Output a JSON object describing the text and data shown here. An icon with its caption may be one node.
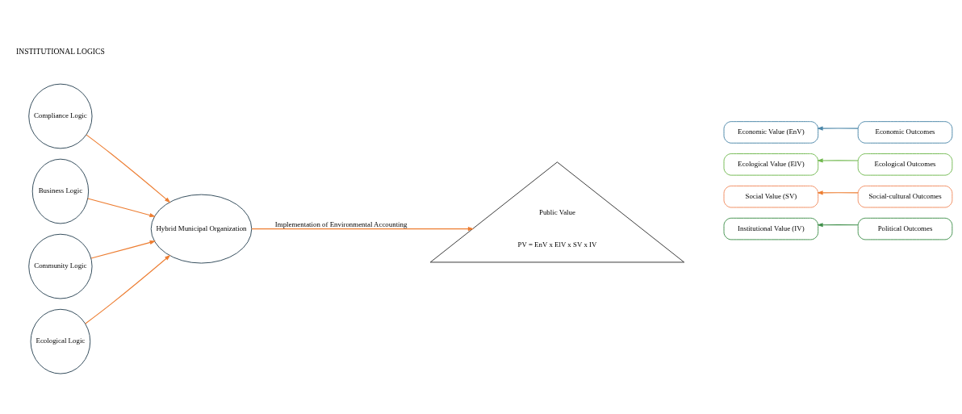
{
  "diagram": {
    "nodes": [
      {
        "text": [
          "Compliance Logic"
        ]
      },
      {
        "text": [
          "Business Logic"
        ]
      },
      {
        "text": [
          "Community Logic"
        ]
      },
      {
        "text": [
          "Ecological Logic"
        ]
      },
      {
        "text": [
          "Hybrid Municipal Organization"
        ]
      },
      {
        "text": [
          "Public Value",
          "PV = EnV x ElV x SV x IV"
        ]
      },
      {
        "text": [
          "Institutional Value (IV)"
        ]
      },
      {
        "text": [
          "Social Value (SV)"
        ]
      },
      {
        "text": [
          "Ecological Value (ElV)"
        ]
      },
      {
        "text": [
          "Economic Value (EnV)"
        ]
      },
      {
        "text": [
          "Political Outcomes"
        ]
      },
      {
        "text": [
          "Social-cultural Outcomes"
        ]
      },
      {
        "text": [
          "Ecological Outcomes"
        ]
      },
      {
        "text": [
          "Economic Outcomes"
        ]
      }
    ],
    "edges": [
      {
        "from": 0,
        "to": 4,
        "arrow": "to"
      },
      {
        "from": 1,
        "to": 4,
        "arrow": "to"
      },
      {
        "from": 2,
        "to": 4,
        "arrow": "to"
      },
      {
        "from": 3,
        "to": 4,
        "arrow": "to"
      },
      {
        "from": 4,
        "to": 5,
        "arrow": "to",
        "label": "Implementation of Environmental Accounting"
      },
      {
        "from": 10,
        "to": 6,
        "arrow": "to",
        "color": "#3f8f4a"
      },
      {
        "from": 11,
        "to": 7,
        "arrow": "to"
      },
      {
        "from": 12,
        "to": 8,
        "arrow": "to",
        "color": "#70b84e"
      },
      {
        "from": 13,
        "to": 9,
        "arrow": "to",
        "color": "#4a86a8"
      }
    ],
    "labels": [
      "INSTITUTIONAL LOGICS"
    ]
  }
}
